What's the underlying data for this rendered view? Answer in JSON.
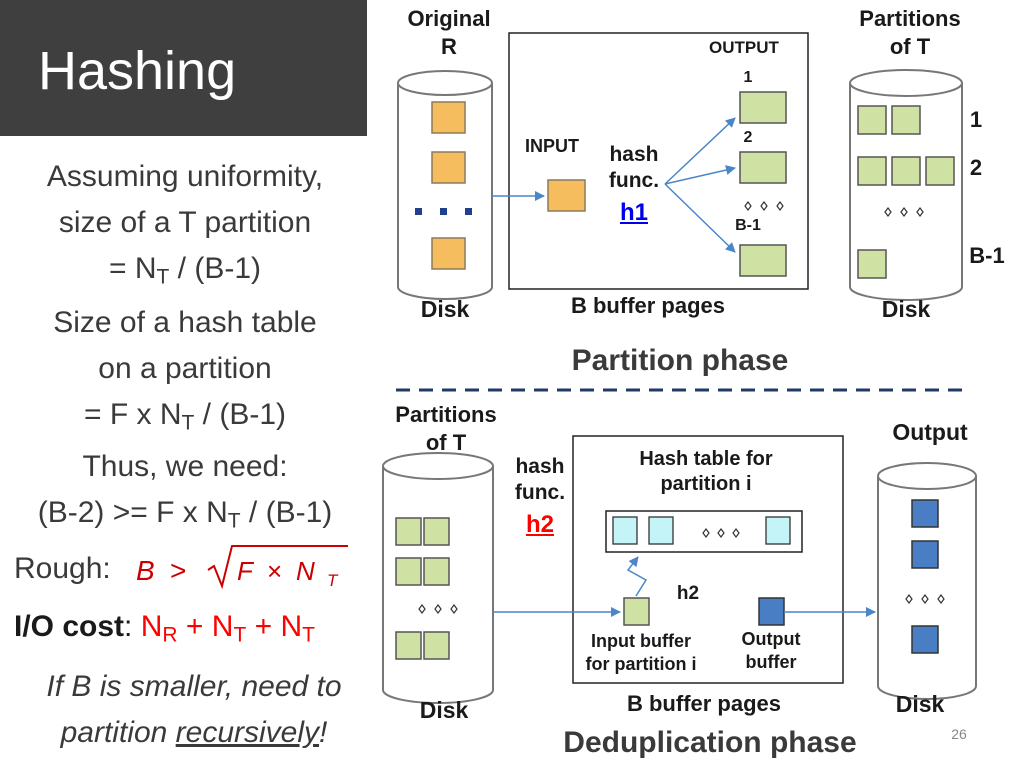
{
  "title": "Hashing",
  "left": {
    "line1": "Assuming uniformity,",
    "line2": "size of a T partition",
    "line3_pre": "= N",
    "line3_sub": "T",
    "line3_post": " / (B-1)",
    "line4": "Size of a hash table",
    "line5": "on a partition",
    "line6_pre": "= F x N",
    "line6_sub": "T",
    "line6_post": " / (B-1)",
    "line7": "Thus, we need:",
    "line8_pre": "(B-2) >= F x N",
    "line8_sub": "T",
    "line8_post": " / (B-1)",
    "rough_label": "Rough:",
    "formula_b": "B",
    "formula_gt": ">",
    "formula_f": "F",
    "formula_times": "×",
    "formula_n": "N",
    "formula_t": "T",
    "io_bold1": "I",
    "io_bold2": "/O cost",
    "io_colon": ":",
    "io_n1": "N",
    "io_s1": "R",
    "io_plus1": " + ",
    "io_n2": "N",
    "io_s2": "T",
    "io_plus2": " + ",
    "io_n3": "N",
    "io_s3": "T",
    "note1": "If B is smaller, need to",
    "note2_pre": "partition ",
    "note2_u": "recursively",
    "note2_post": "!"
  },
  "partition": {
    "original_line1": "Original",
    "original_line2": "R",
    "partitions_line1": "Partitions",
    "partitions_line2": "of T",
    "output": "OUTPUT",
    "out1": "1",
    "out2": "2",
    "outb1": "B-1",
    "input": "INPUT",
    "hash_line1": "hash",
    "hash_line2": "func.",
    "hash_fn": "h1",
    "disk_left": "Disk",
    "buffer_pages": "B buffer pages",
    "disk_right": "Disk",
    "part1": "1",
    "part2": "2",
    "partb1": "B-1",
    "phase": "Partition phase"
  },
  "dedup": {
    "partitions_line1": "Partitions",
    "partitions_line2": "of T",
    "hash_line1": "hash",
    "hash_line2": "func.",
    "hash_fn": "h2",
    "hashtable_line1": "Hash table for",
    "hashtable_line2": "partition i",
    "h2_label": "h2",
    "input_buf_line1": "Input buffer",
    "input_buf_line2": "for partition i",
    "output_buf_line1": "Output",
    "output_buf_line2": "buffer",
    "output_label": "Output",
    "disk_left": "Disk",
    "buffer_pages": "B buffer pages",
    "disk_right": "Disk",
    "phase": "Deduplication phase"
  },
  "slide_number": "26",
  "colors": {
    "orange": "#f6bd5f",
    "green": "#cfe1a3",
    "cyan": "#c4f4f8",
    "blue": "#4a7ec4",
    "red": "#ff0000",
    "link_blue": "#0000ee",
    "dark_red": "#cc0000",
    "title_bg": "#3f3f3f"
  }
}
